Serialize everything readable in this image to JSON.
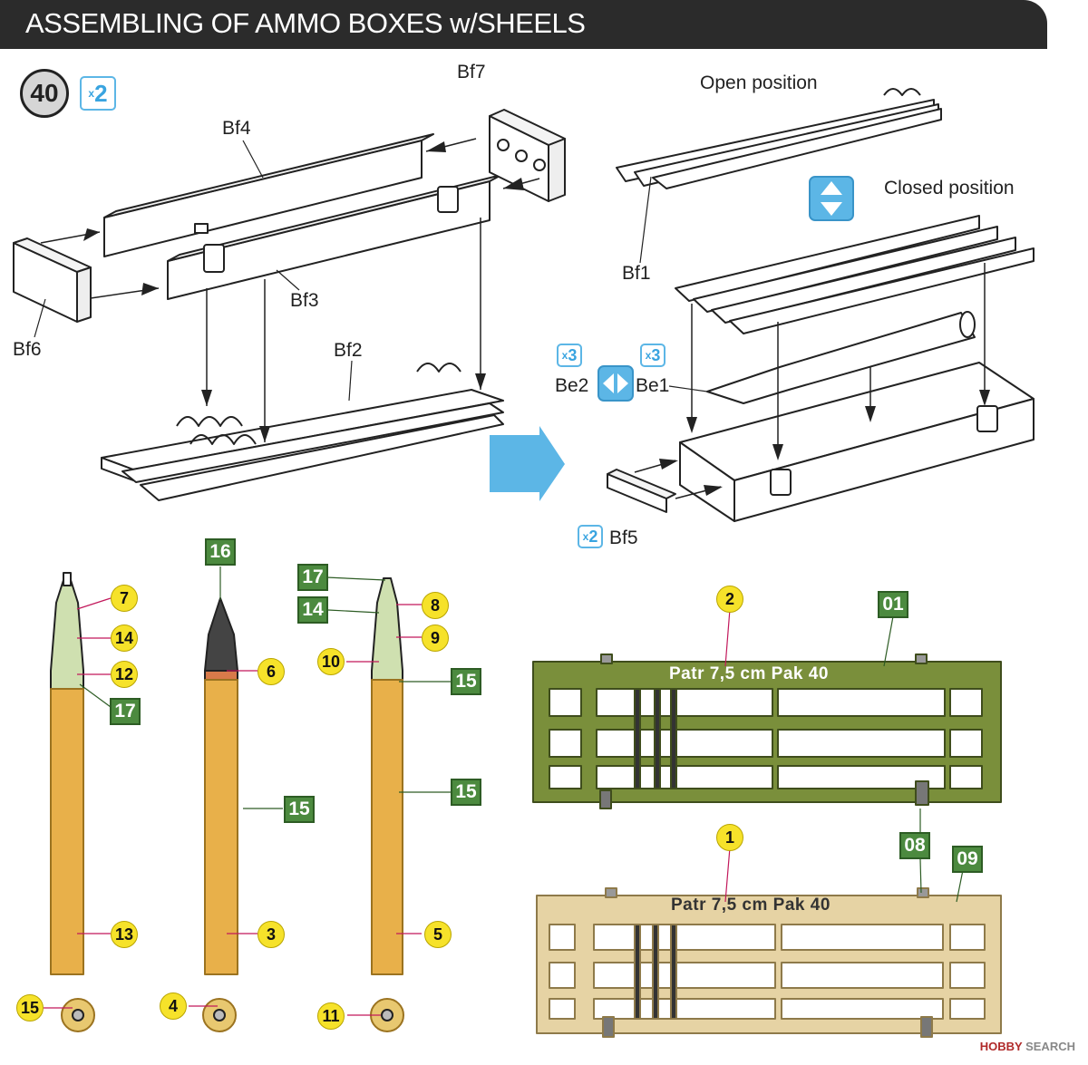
{
  "header": {
    "title": "ASSEMBLING OF AMMO BOXES w/SHEELS"
  },
  "step": {
    "number": "40",
    "multiplier": "2"
  },
  "parts": {
    "bf7": "Bf7",
    "bf4": "Bf4",
    "bf3": "Bf3",
    "bf6": "Bf6",
    "bf2": "Bf2",
    "bf1": "Bf1",
    "be2": "Be2",
    "be1": "Be1",
    "bf5": "Bf5"
  },
  "multipliers": {
    "be2": "3",
    "be1": "3",
    "bf5": "2"
  },
  "positions": {
    "open": "Open position",
    "closed": "Closed position"
  },
  "callouts": {
    "shell1": [
      "7",
      "14",
      "12",
      "17",
      "13",
      "15"
    ],
    "shell2": [
      "16",
      "6",
      "15",
      "3",
      "4"
    ],
    "shell3": [
      "17",
      "14",
      "8",
      "9",
      "10",
      "15",
      "15",
      "5",
      "11"
    ],
    "crate_green": [
      "2",
      "01"
    ],
    "crate_tan": [
      "1",
      "08",
      "09"
    ]
  },
  "crates": {
    "green_text": "Patr 7,5 cm  Pak 40",
    "tan_text": "Patr 7,5 cm  Pak 40",
    "green_color": "#7a8f3b",
    "tan_color": "#e6d3a4"
  },
  "watermark": {
    "a": "HOBBY",
    "b": "SEARCH"
  }
}
